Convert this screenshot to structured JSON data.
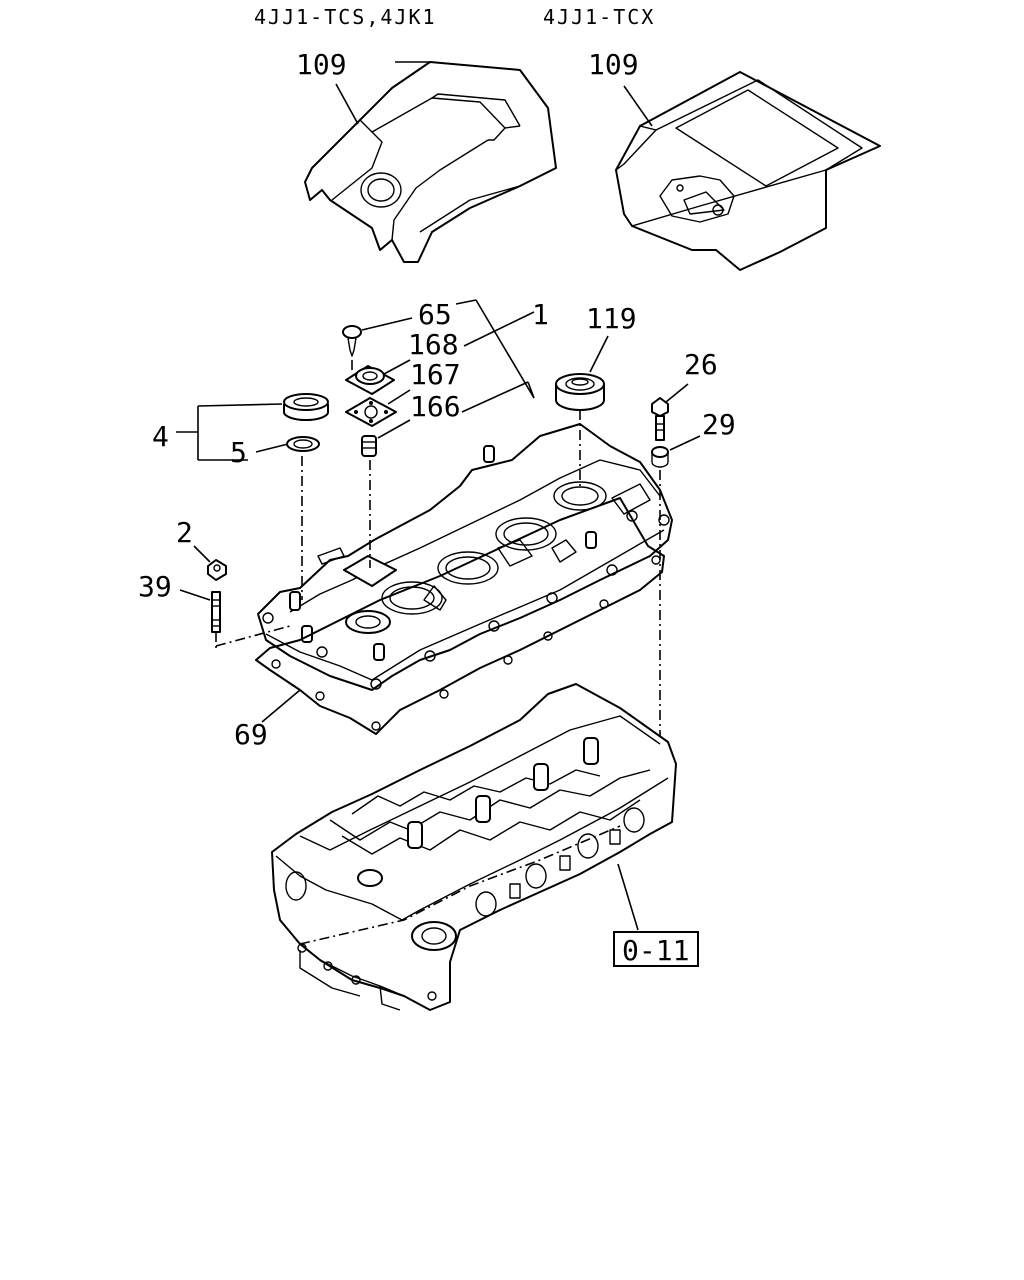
{
  "headers": {
    "left_variant": "4JJ1-TCS,4JK1",
    "right_variant": "4JJ1-TCX"
  },
  "callouts": {
    "engine_cover_left": "109",
    "engine_cover_right": "109",
    "bolt_65": "65",
    "head_cover_1": "1",
    "part_168": "168",
    "part_167": "167",
    "part_166": "166",
    "seal_119": "119",
    "bolt_26": "26",
    "washer_29": "29",
    "oil_cap_assembly_4": "4",
    "oil_cap_gasket_5": "5",
    "nut_2": "2",
    "stud_39": "39",
    "gasket_69": "69"
  },
  "reference": {
    "cylinder_head_ref": "0-11"
  }
}
